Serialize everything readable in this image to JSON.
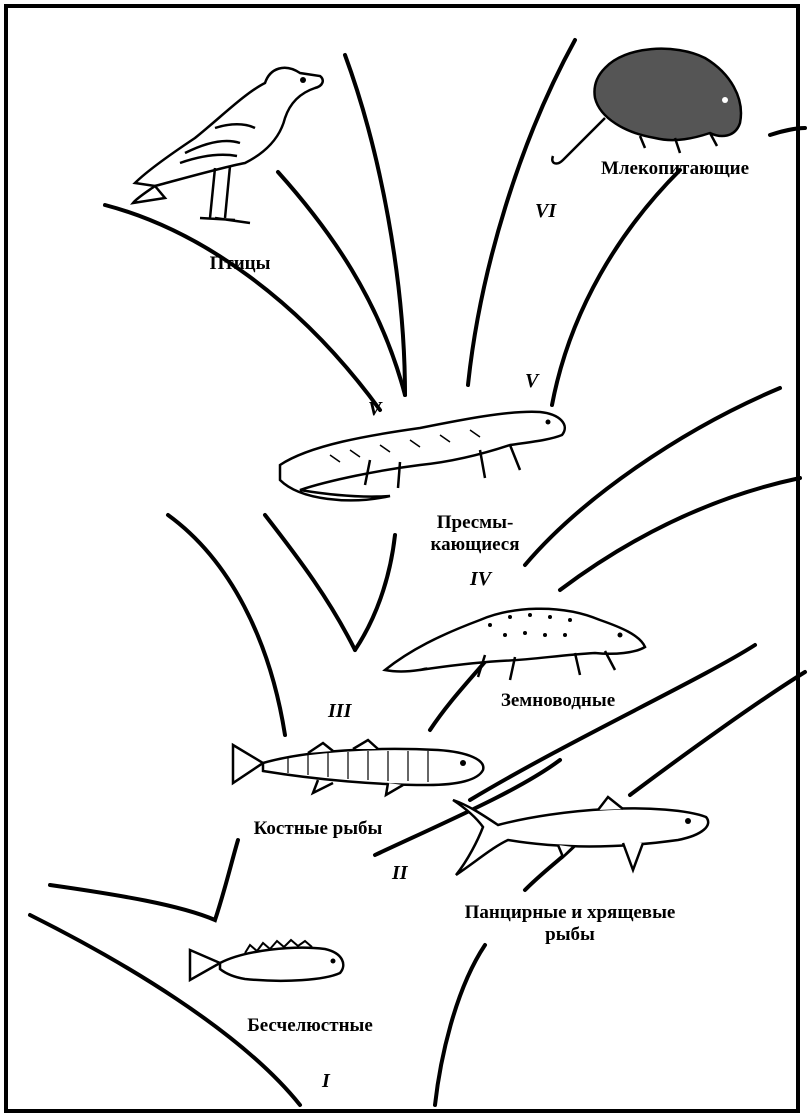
{
  "groups": {
    "birds": "Птицы",
    "mammals": "Млекопитающие",
    "reptiles": "Пресмы-\nкающиеся",
    "amphibians": "Земноводные",
    "bony_fish": "Костные рыбы",
    "cartilaginous_fish": "Панцирные и хрящевые\nрыбы",
    "jawless": "Бесчелюстные"
  },
  "eras": {
    "i": "I",
    "ii": "II",
    "iii": "III",
    "iv": "IV",
    "v_left": "V",
    "v_right": "V",
    "vi": "VI"
  },
  "colors": {
    "ink": "#000000",
    "paper": "#ffffff"
  }
}
